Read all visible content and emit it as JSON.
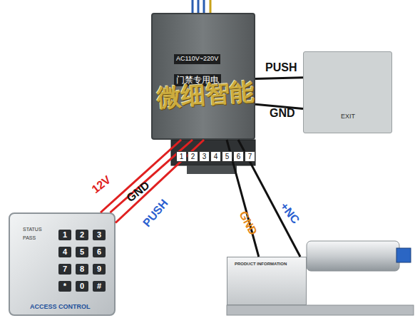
{
  "diagram": {
    "nodes": [
      {
        "text": [
          "AC110V~220V",
          "门禁专用电"
        ]
      },
      {
        "text": [
          "EXIT"
        ]
      },
      {
        "text": [
          "STATUS",
          "PASS",
          "ACCESS CONTROL"
        ]
      },
      {
        "text": [
          "PRODUCT INFORMATION"
        ]
      }
    ],
    "edges": [
      {
        "from": 1,
        "to": 0,
        "label": "PUSH",
        "arrow": "none"
      },
      {
        "from": 1,
        "to": 0,
        "label": "GND",
        "arrow": "none"
      },
      {
        "from": 2,
        "to": 0,
        "label": "12V",
        "arrow": "none"
      },
      {
        "from": 2,
        "to": 0,
        "label": "GND",
        "arrow": "none"
      },
      {
        "from": 2,
        "to": 0,
        "label": "PUSH",
        "arrow": "none"
      },
      {
        "from": 0,
        "to": 3,
        "label": "GND",
        "arrow": "none"
      },
      {
        "from": 0,
        "to": 3,
        "label": "+NC",
        "arrow": "none"
      }
    ],
    "labels": [
      "1",
      "2",
      "3",
      "4",
      "5",
      "6",
      "7",
      "微细智能",
      "1",
      "2",
      "3",
      "4",
      "5",
      "6",
      "7",
      "8",
      "9",
      "*",
      "0",
      "#"
    ]
  }
}
